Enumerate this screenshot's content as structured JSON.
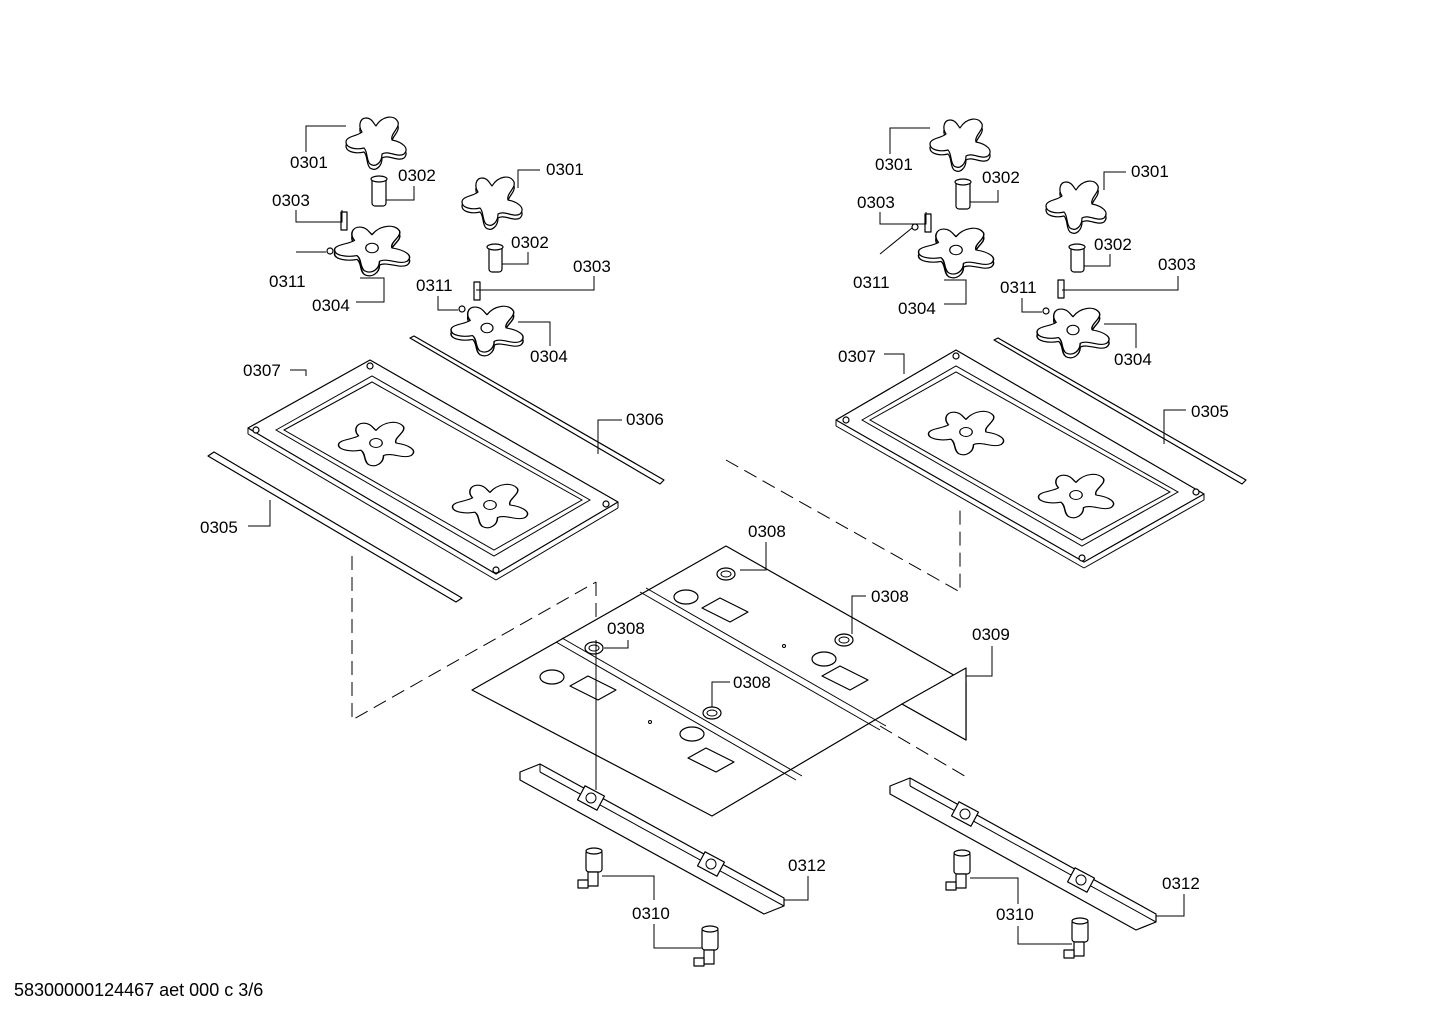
{
  "labels": {
    "p0301": "0301",
    "p0302": "0302",
    "p0303": "0303",
    "p0304": "0304",
    "p0305": "0305",
    "p0306": "0306",
    "p0307": "0307",
    "p0308": "0308",
    "p0309": "0309",
    "p0310": "0310",
    "p0311": "0311",
    "p0312": "0312"
  },
  "footer": "58300000124467 aet 000 c 3/6"
}
